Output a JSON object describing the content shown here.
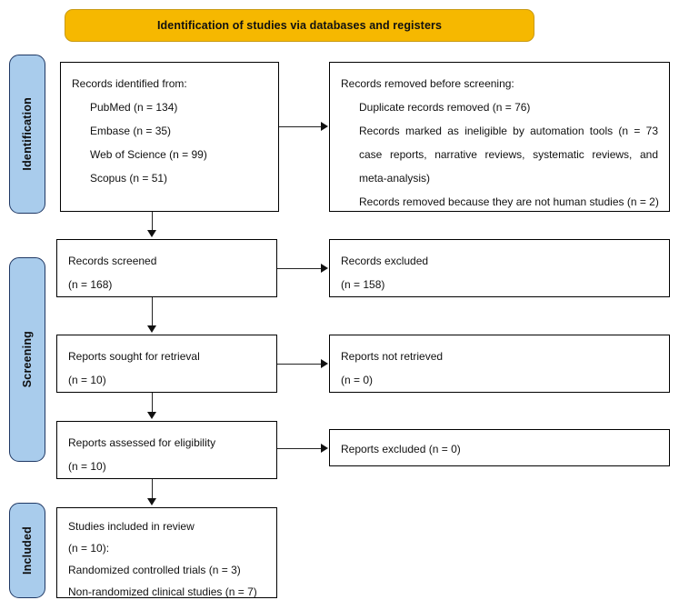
{
  "banner": {
    "title": "Identification of studies via databases and registers",
    "color": "#F6B800"
  },
  "phases": {
    "identification": "Identification",
    "screening": "Screening",
    "included": "Included",
    "color": "#A9CCEC"
  },
  "boxes": {
    "identified": {
      "heading": "Records identified from:",
      "sources": [
        "PubMed (n = 134)",
        "Embase (n = 35)",
        "Web of Science (n = 99)",
        "Scopus (n = 51)"
      ]
    },
    "removed": {
      "heading": "Records removed before screening:",
      "items": [
        "Duplicate records removed (n = 76)",
        "Records marked as ineligible by automation tools (n = 73 case reports, narrative reviews, systematic reviews, and meta-analysis)",
        "Records removed because they are not human studies (n = 2)"
      ]
    },
    "screened": {
      "label": "Records screened",
      "count": "(n = 168)"
    },
    "excluded": {
      "label": "Records excluded",
      "count": "(n = 158)"
    },
    "sought": {
      "label": "Reports sought for retrieval",
      "count": "(n = 10)"
    },
    "not_retrieved": {
      "label": "Reports not retrieved",
      "count": "(n = 0)"
    },
    "assessed": {
      "label": "Reports assessed for eligibility",
      "count": "(n = 10)"
    },
    "reports_excluded": {
      "label": "Reports excluded (n = 0)"
    },
    "included": {
      "label": "Studies included in review",
      "count": "(n = 10):",
      "lines": [
        "Randomized controlled trials (n = 3)",
        "Non-randomized clinical studies (n = 7)"
      ]
    }
  }
}
